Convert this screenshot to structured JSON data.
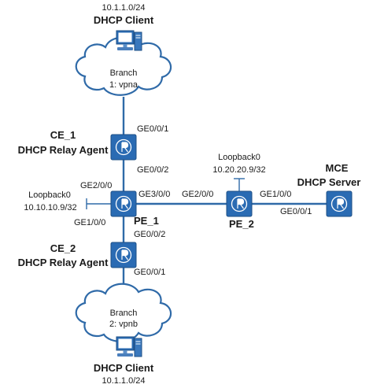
{
  "top_client": {
    "subnet": "10.1.1.0/24",
    "title": "DHCP Client"
  },
  "branch1": {
    "line1": "Branch",
    "line2": "1: vpna"
  },
  "ce1": {
    "name": "CE_1",
    "role": "DHCP Relay Agent",
    "if_top": "GE0/0/1",
    "if_bottom": "GE0/0/2"
  },
  "pe1": {
    "name": "PE_1",
    "if_up": "GE2/0/0",
    "if_right": "GE3/0/0",
    "if_down_left": "GE1/0/0",
    "if_down": "GE0/0/2",
    "loopback": "Loopback0",
    "loopback_ip": "10.10.10.9/32"
  },
  "pe2": {
    "name": "PE_2",
    "if_left": "GE2/0/0",
    "if_right": "GE1/0/0",
    "loopback": "Loopback0",
    "loopback_ip": "10.20.20.9/32"
  },
  "mce": {
    "name": "MCE",
    "role": "DHCP Server",
    "if_left": "GE0/0/1"
  },
  "ce2": {
    "name": "CE_2",
    "role": "DHCP Relay Agent",
    "if_bottom": "GE0/0/1"
  },
  "branch2": {
    "line1": "Branch",
    "line2": "2: vpnb"
  },
  "bottom_client": {
    "title": "DHCP Client",
    "subnet": "10.1.1.0/24"
  }
}
